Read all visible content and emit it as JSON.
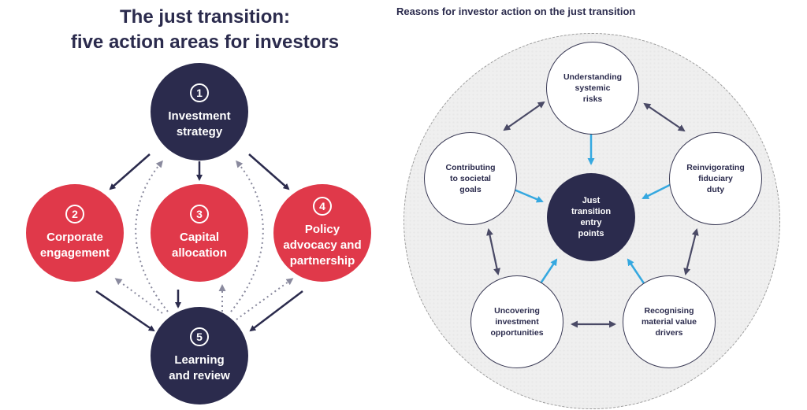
{
  "left": {
    "title_lines": [
      "The just transition:",
      "five action areas for investors"
    ],
    "areas": [
      {
        "num": "1",
        "lines": [
          "Investment",
          "strategy"
        ],
        "color": "#2b2b4d"
      },
      {
        "num": "2",
        "lines": [
          "Corporate",
          "engagement"
        ],
        "color": "#e0394a"
      },
      {
        "num": "3",
        "lines": [
          "Capital",
          "allocation"
        ],
        "color": "#e0394a"
      },
      {
        "num": "4",
        "lines": [
          "Policy",
          "advocacy and",
          "partnership"
        ],
        "color": "#e0394a"
      },
      {
        "num": "5",
        "lines": [
          "Learning",
          "and review"
        ],
        "color": "#2b2b4d"
      }
    ]
  },
  "right": {
    "title": "Reasons for investor action on the just transition",
    "center_lines": [
      "Just",
      "transition",
      "entry",
      "points"
    ],
    "reasons": [
      {
        "lines": [
          "Understanding",
          "systemic",
          "risks"
        ]
      },
      {
        "lines": [
          "Reinvigorating",
          "fiduciary",
          "duty"
        ]
      },
      {
        "lines": [
          "Recognising",
          "material value",
          "drivers"
        ]
      },
      {
        "lines": [
          "Uncovering",
          "investment",
          "opportunities"
        ]
      },
      {
        "lines": [
          "Contributing",
          "to societal",
          "goals"
        ]
      }
    ]
  },
  "colors": {
    "navy": "#2b2b4d",
    "red": "#e0394a",
    "blue_arrow": "#35a8e0",
    "grey_arrow": "#4a4a66"
  }
}
